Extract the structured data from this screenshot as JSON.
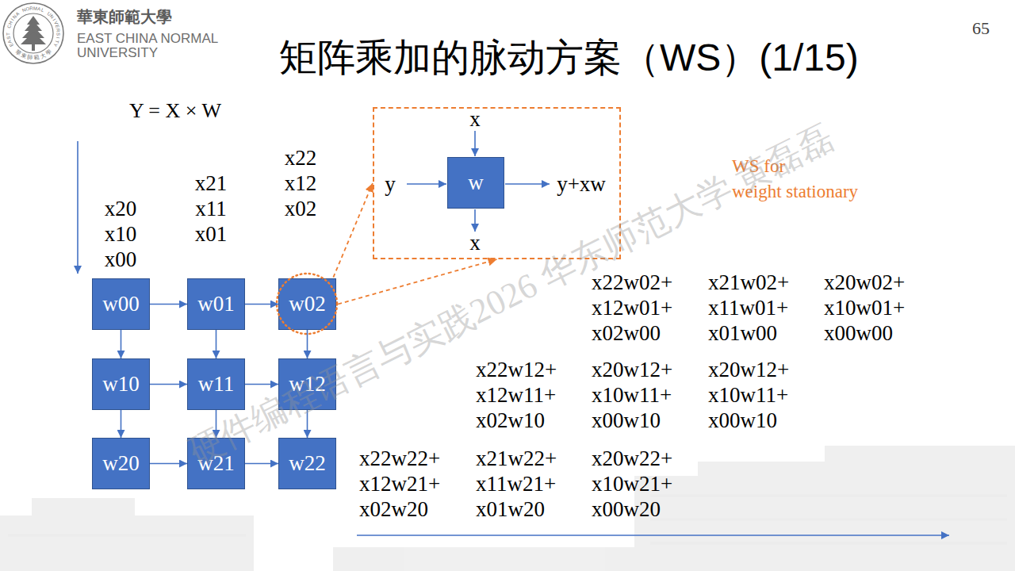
{
  "diagram": {
    "title": "矩阵乘加的脉动方案（WS）(1/15)",
    "nodes": [
      {
        "text": [
          "x",
          "y",
          "y+xw",
          "x"
        ]
      },
      {
        "text": [
          "w"
        ],
        "in": 0
      },
      {
        "text": [
          "w00"
        ]
      },
      {
        "text": [
          "w01"
        ]
      },
      {
        "text": [
          "w02"
        ]
      },
      {
        "text": [
          "w10"
        ]
      },
      {
        "text": [
          "w11"
        ]
      },
      {
        "text": [
          "w12"
        ]
      },
      {
        "text": [
          "w20"
        ]
      },
      {
        "text": [
          "w21"
        ]
      },
      {
        "text": [
          "w22"
        ]
      }
    ],
    "edges": [
      {
        "from": 2,
        "to": 3,
        "arrow": "to"
      },
      {
        "from": 3,
        "to": 4,
        "arrow": "to"
      },
      {
        "from": 5,
        "to": 6,
        "arrow": "to"
      },
      {
        "from": 6,
        "to": 7,
        "arrow": "to"
      },
      {
        "from": 8,
        "to": 9,
        "arrow": "to"
      },
      {
        "from": 9,
        "to": 10,
        "arrow": "to"
      },
      {
        "from": 2,
        "to": 5,
        "arrow": "to"
      },
      {
        "from": 5,
        "to": 8,
        "arrow": "to"
      },
      {
        "from": 3,
        "to": 6,
        "arrow": "to"
      },
      {
        "from": 6,
        "to": 9,
        "arrow": "to"
      },
      {
        "from": 4,
        "to": 7,
        "arrow": "to"
      },
      {
        "from": 7,
        "to": 10,
        "arrow": "to"
      },
      {
        "from": 4,
        "to": 0,
        "arrow": "to"
      },
      {
        "from": 4,
        "to": 0,
        "arrow": "to"
      }
    ],
    "labels": [
      "華東師範大學",
      "EAST CHINA NORMAL",
      "UNIVERSITY",
      "EAST CHINA NORMAL UNIVERSITY",
      "華東師範大學",
      "65",
      "Y = X × W",
      "x22",
      "x12",
      "x02",
      "x21",
      "x11",
      "x01",
      "x20",
      "x10",
      "x00",
      "WS for",
      "weight stationary",
      "x22w02+ x12w01+ x02w00",
      "x21w02+ x11w01+ x01w00",
      "x20w02+ x10w01+ x00w00",
      "x22w12+ x12w11+ x02w10",
      "x20w12+ x10w11+ x00w10",
      "x20w12+ x10w11+ x00w10",
      "x22w22+ x12w21+ x02w20",
      "x21w22+ x11w21+ x01w20",
      "x20w22+ x10w21+ x00w20",
      "硬件编程语言与实践2026 华东师范大学 黄磊磊"
    ]
  }
}
